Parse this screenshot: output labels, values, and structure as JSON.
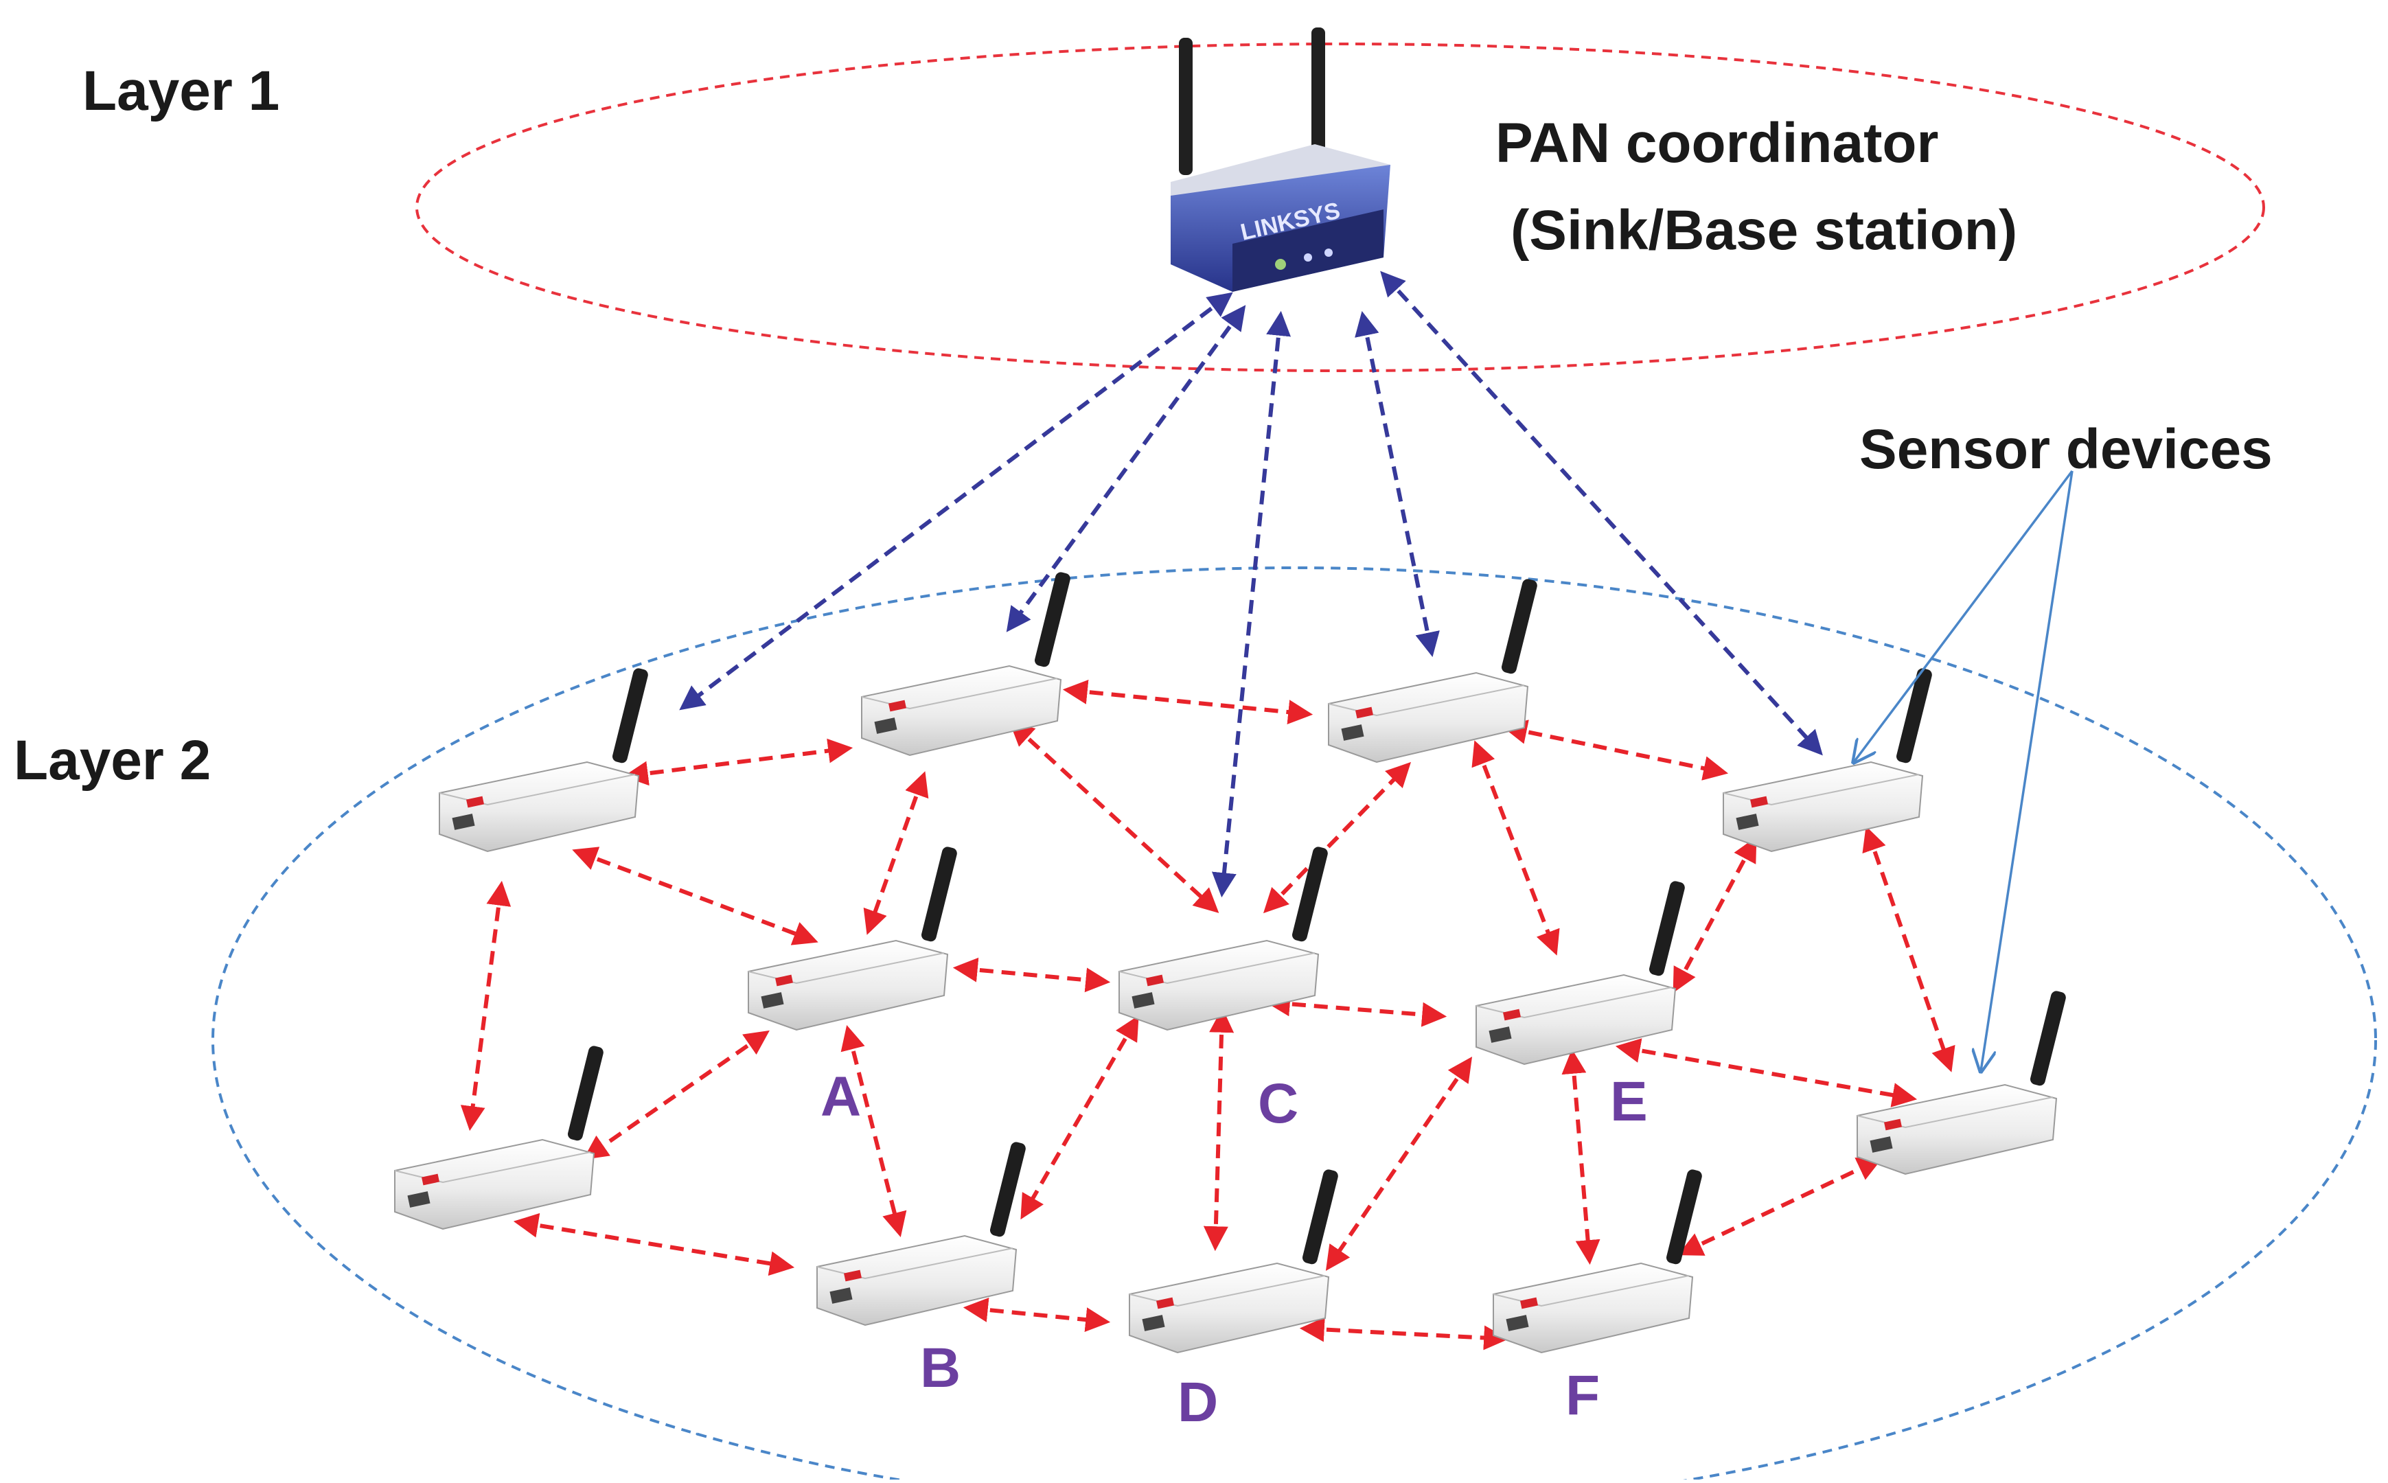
{
  "labels": {
    "layer1": "Layer 1",
    "layer2": "Layer 2",
    "pan_line1": "PAN coordinator",
    "pan_line2": "(Sink/Base station)",
    "sensor_devices": "Sensor devices",
    "router_brand": "LINKSYS"
  },
  "nodes": {
    "A": "A",
    "B": "B",
    "C": "C",
    "D": "D",
    "E": "E",
    "F": "F"
  },
  "colors": {
    "layer1_ring": "#e8323c",
    "layer2_ring": "#4a86c8",
    "coordinator_link": "#36399a",
    "mesh_link": "#e8232a",
    "callout_arrow": "#4a86c8",
    "node_letter": "#6b3fa0",
    "text": "#1a1a1a",
    "router_body": "#3b4fb0"
  },
  "icons": {
    "coordinator": "wireless-router-icon",
    "sensor": "sensor-device-icon"
  }
}
